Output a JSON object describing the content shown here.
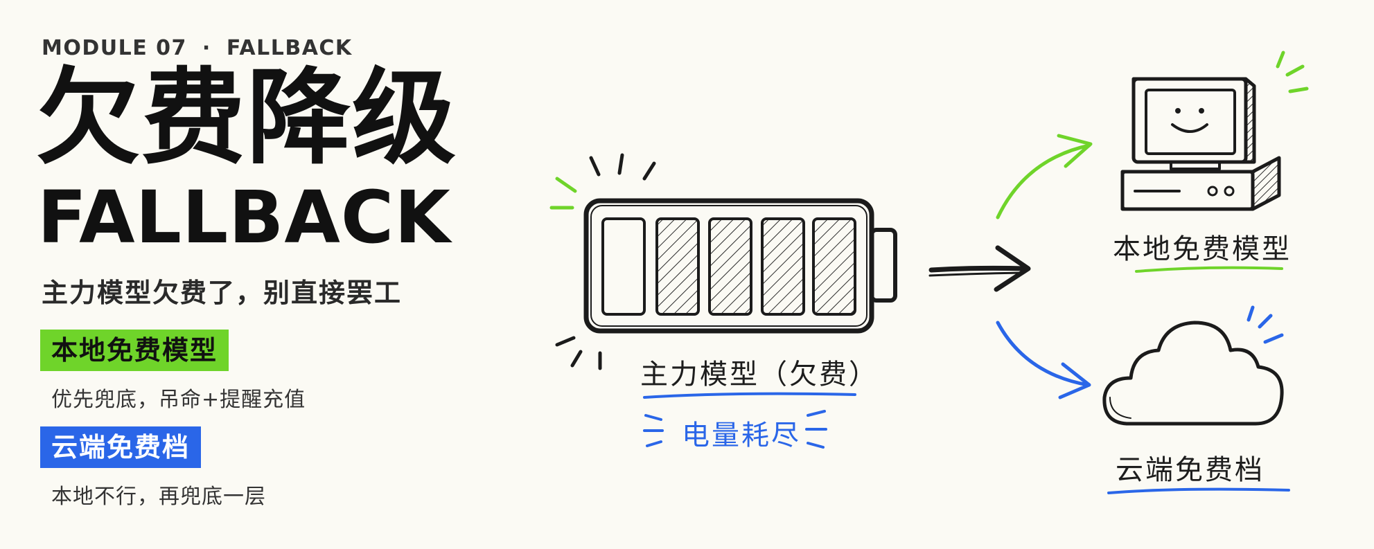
{
  "header": {
    "module": "MODULE 07",
    "separator": "·",
    "module_name": "FALLBACK"
  },
  "title": {
    "cn": "欠费降级",
    "en": "FALLBACK"
  },
  "subtitle": "主力模型欠费了，别直接罢工",
  "options": [
    {
      "tag": "本地免费模型",
      "desc": "优先兜底，吊命+提醒充值",
      "color": "#6fd42a"
    },
    {
      "tag": "云端免费档",
      "desc": "本地不行，再兜底一层",
      "color": "#2a66e8"
    }
  ],
  "diagram": {
    "battery_label": "主力模型（欠费）",
    "battery_status": "电量耗尽",
    "local_label": "本地免费模型",
    "cloud_label": "云端免费档",
    "accent_green": "#6fd42a",
    "accent_blue": "#2a66e8",
    "icons": [
      "battery-icon",
      "computer-icon",
      "cloud-icon",
      "arrow-icon"
    ]
  }
}
